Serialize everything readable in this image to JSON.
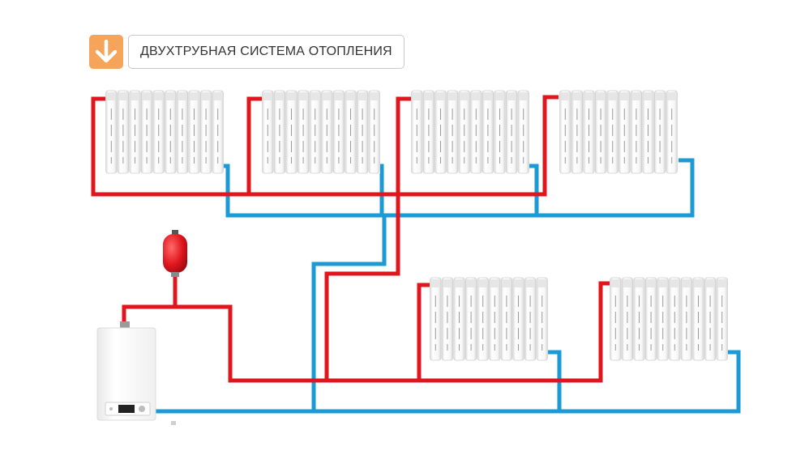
{
  "header": {
    "icon": "arrow-down-icon",
    "title": "ДВУХТРУБНАЯ СИСТЕМА ОТОПЛЕНИЯ"
  },
  "colors": {
    "accent": "#f5a45a",
    "supply_pipe": "#e0161e",
    "return_pipe": "#1c9ad6",
    "radiator": "#f2f2f2",
    "expansion_tank": "#e0161e"
  },
  "diagram": {
    "upper_floor_radiators": 4,
    "lower_floor_radiators": 2,
    "components": [
      "boiler",
      "expansion-tank",
      "supply-pipe",
      "return-pipe"
    ]
  }
}
